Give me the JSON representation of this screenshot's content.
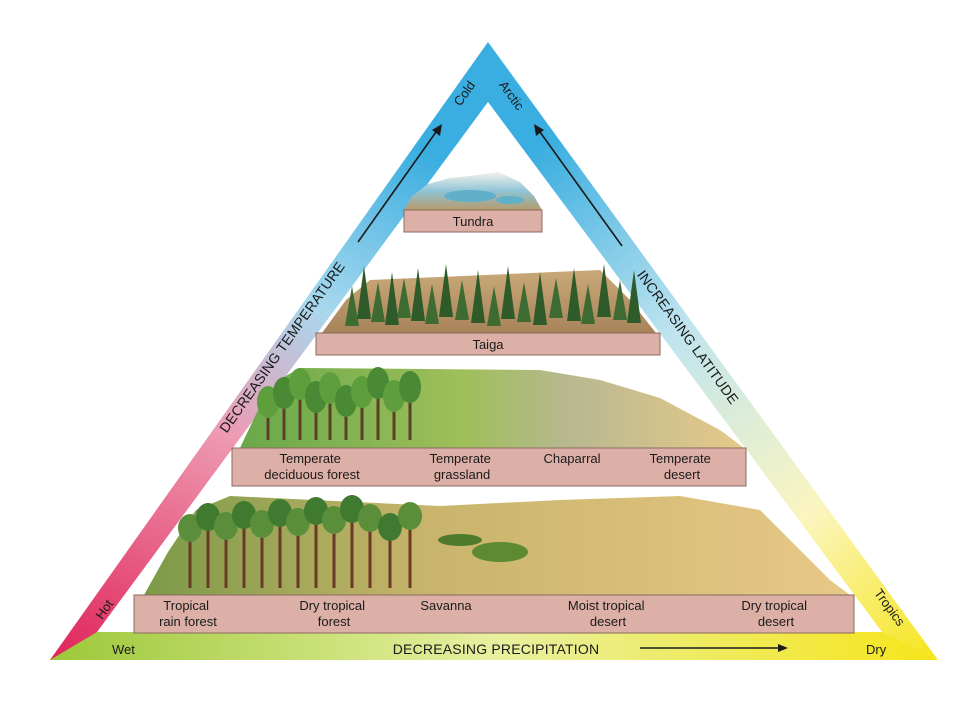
{
  "axes": {
    "left": "DECREASING TEMPERATURE",
    "right": "INCREASING LATITUDE",
    "bottom": "DECREASING PRECIPITATION"
  },
  "corners": {
    "cold": "Cold",
    "arctic": "Arctic",
    "hot": "Hot",
    "tropics": "Tropics",
    "wet": "Wet",
    "dry": "Dry"
  },
  "tiers": [
    {
      "biomes": [
        {
          "lines": [
            "Tundra"
          ]
        }
      ]
    },
    {
      "biomes": [
        {
          "lines": [
            "Taiga"
          ]
        }
      ]
    },
    {
      "biomes": [
        {
          "lines": [
            "Temperate",
            "deciduous forest"
          ]
        },
        {
          "lines": [
            "Temperate",
            "grassland"
          ]
        },
        {
          "lines": [
            "Chaparral"
          ]
        },
        {
          "lines": [
            "Temperate",
            "desert"
          ]
        }
      ]
    },
    {
      "biomes": [
        {
          "lines": [
            "Tropical",
            "rain forest"
          ]
        },
        {
          "lines": [
            "Dry tropical",
            "forest"
          ]
        },
        {
          "lines": [
            "Savanna"
          ]
        },
        {
          "lines": [
            "Moist tropical",
            "desert"
          ]
        },
        {
          "lines": [
            "Dry tropical",
            "desert"
          ]
        }
      ]
    }
  ],
  "colors": {
    "cold": "#3aaee0",
    "hot": "#e0245a",
    "dry": "#f6e51a",
    "wet": "#9cc83a",
    "biome_label_fill": "#dcb0a6"
  }
}
